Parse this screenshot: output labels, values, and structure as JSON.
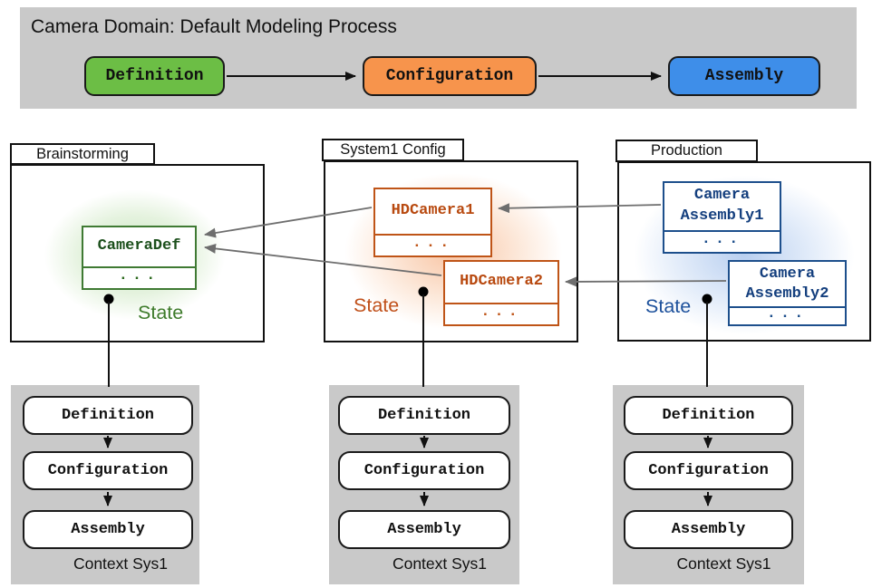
{
  "colors": {
    "banner_bg": "#c9c9c9",
    "context_bg": "#c9c9c9",
    "definition_green": "#6cbe45",
    "configuration_orange": "#f7944c",
    "assembly_blue": "#3e8ee9",
    "green_dark": "#3f7a33",
    "orange_dark": "#bf5417",
    "blue_dark": "#1d4f8c",
    "arrow_gray": "#6e6e6e",
    "arrow_black": "#111111"
  },
  "banner": {
    "title": "Camera Domain: Default Modeling Process",
    "stages": [
      {
        "label": "Definition",
        "color": "#6cbe45"
      },
      {
        "label": "Configuration",
        "color": "#f7944c"
      },
      {
        "label": "Assembly",
        "color": "#3e8ee9"
      }
    ]
  },
  "panels": [
    {
      "tab": "Brainstorming",
      "state_label": "State",
      "boxes": [
        {
          "line1": "CameraDef",
          "dots": "..."
        }
      ]
    },
    {
      "tab": "System1 Config",
      "state_label": "State",
      "boxes": [
        {
          "line1": "HDCamera1",
          "dots": "..."
        },
        {
          "line1": "HDCamera2",
          "dots": "..."
        }
      ]
    },
    {
      "tab": "Production",
      "state_label": "State",
      "boxes": [
        {
          "line1": "Camera",
          "line2": "Assembly1",
          "dots": "..."
        },
        {
          "line1": "Camera",
          "line2": "Assembly2",
          "dots": "..."
        }
      ]
    }
  ],
  "contexts": [
    {
      "caption": "Context Sys1",
      "steps": [
        {
          "label": "Definition",
          "active": "definition"
        },
        {
          "label": "Configuration",
          "active": ""
        },
        {
          "label": "Assembly",
          "active": ""
        }
      ]
    },
    {
      "caption": "Context Sys1",
      "steps": [
        {
          "label": "Definition",
          "active": ""
        },
        {
          "label": "Configuration",
          "active": "configuration"
        },
        {
          "label": "Assembly",
          "active": ""
        }
      ]
    },
    {
      "caption": "Context Sys1",
      "steps": [
        {
          "label": "Definition",
          "active": ""
        },
        {
          "label": "Configuration",
          "active": ""
        },
        {
          "label": "Assembly",
          "active": "assembly"
        }
      ]
    }
  ]
}
